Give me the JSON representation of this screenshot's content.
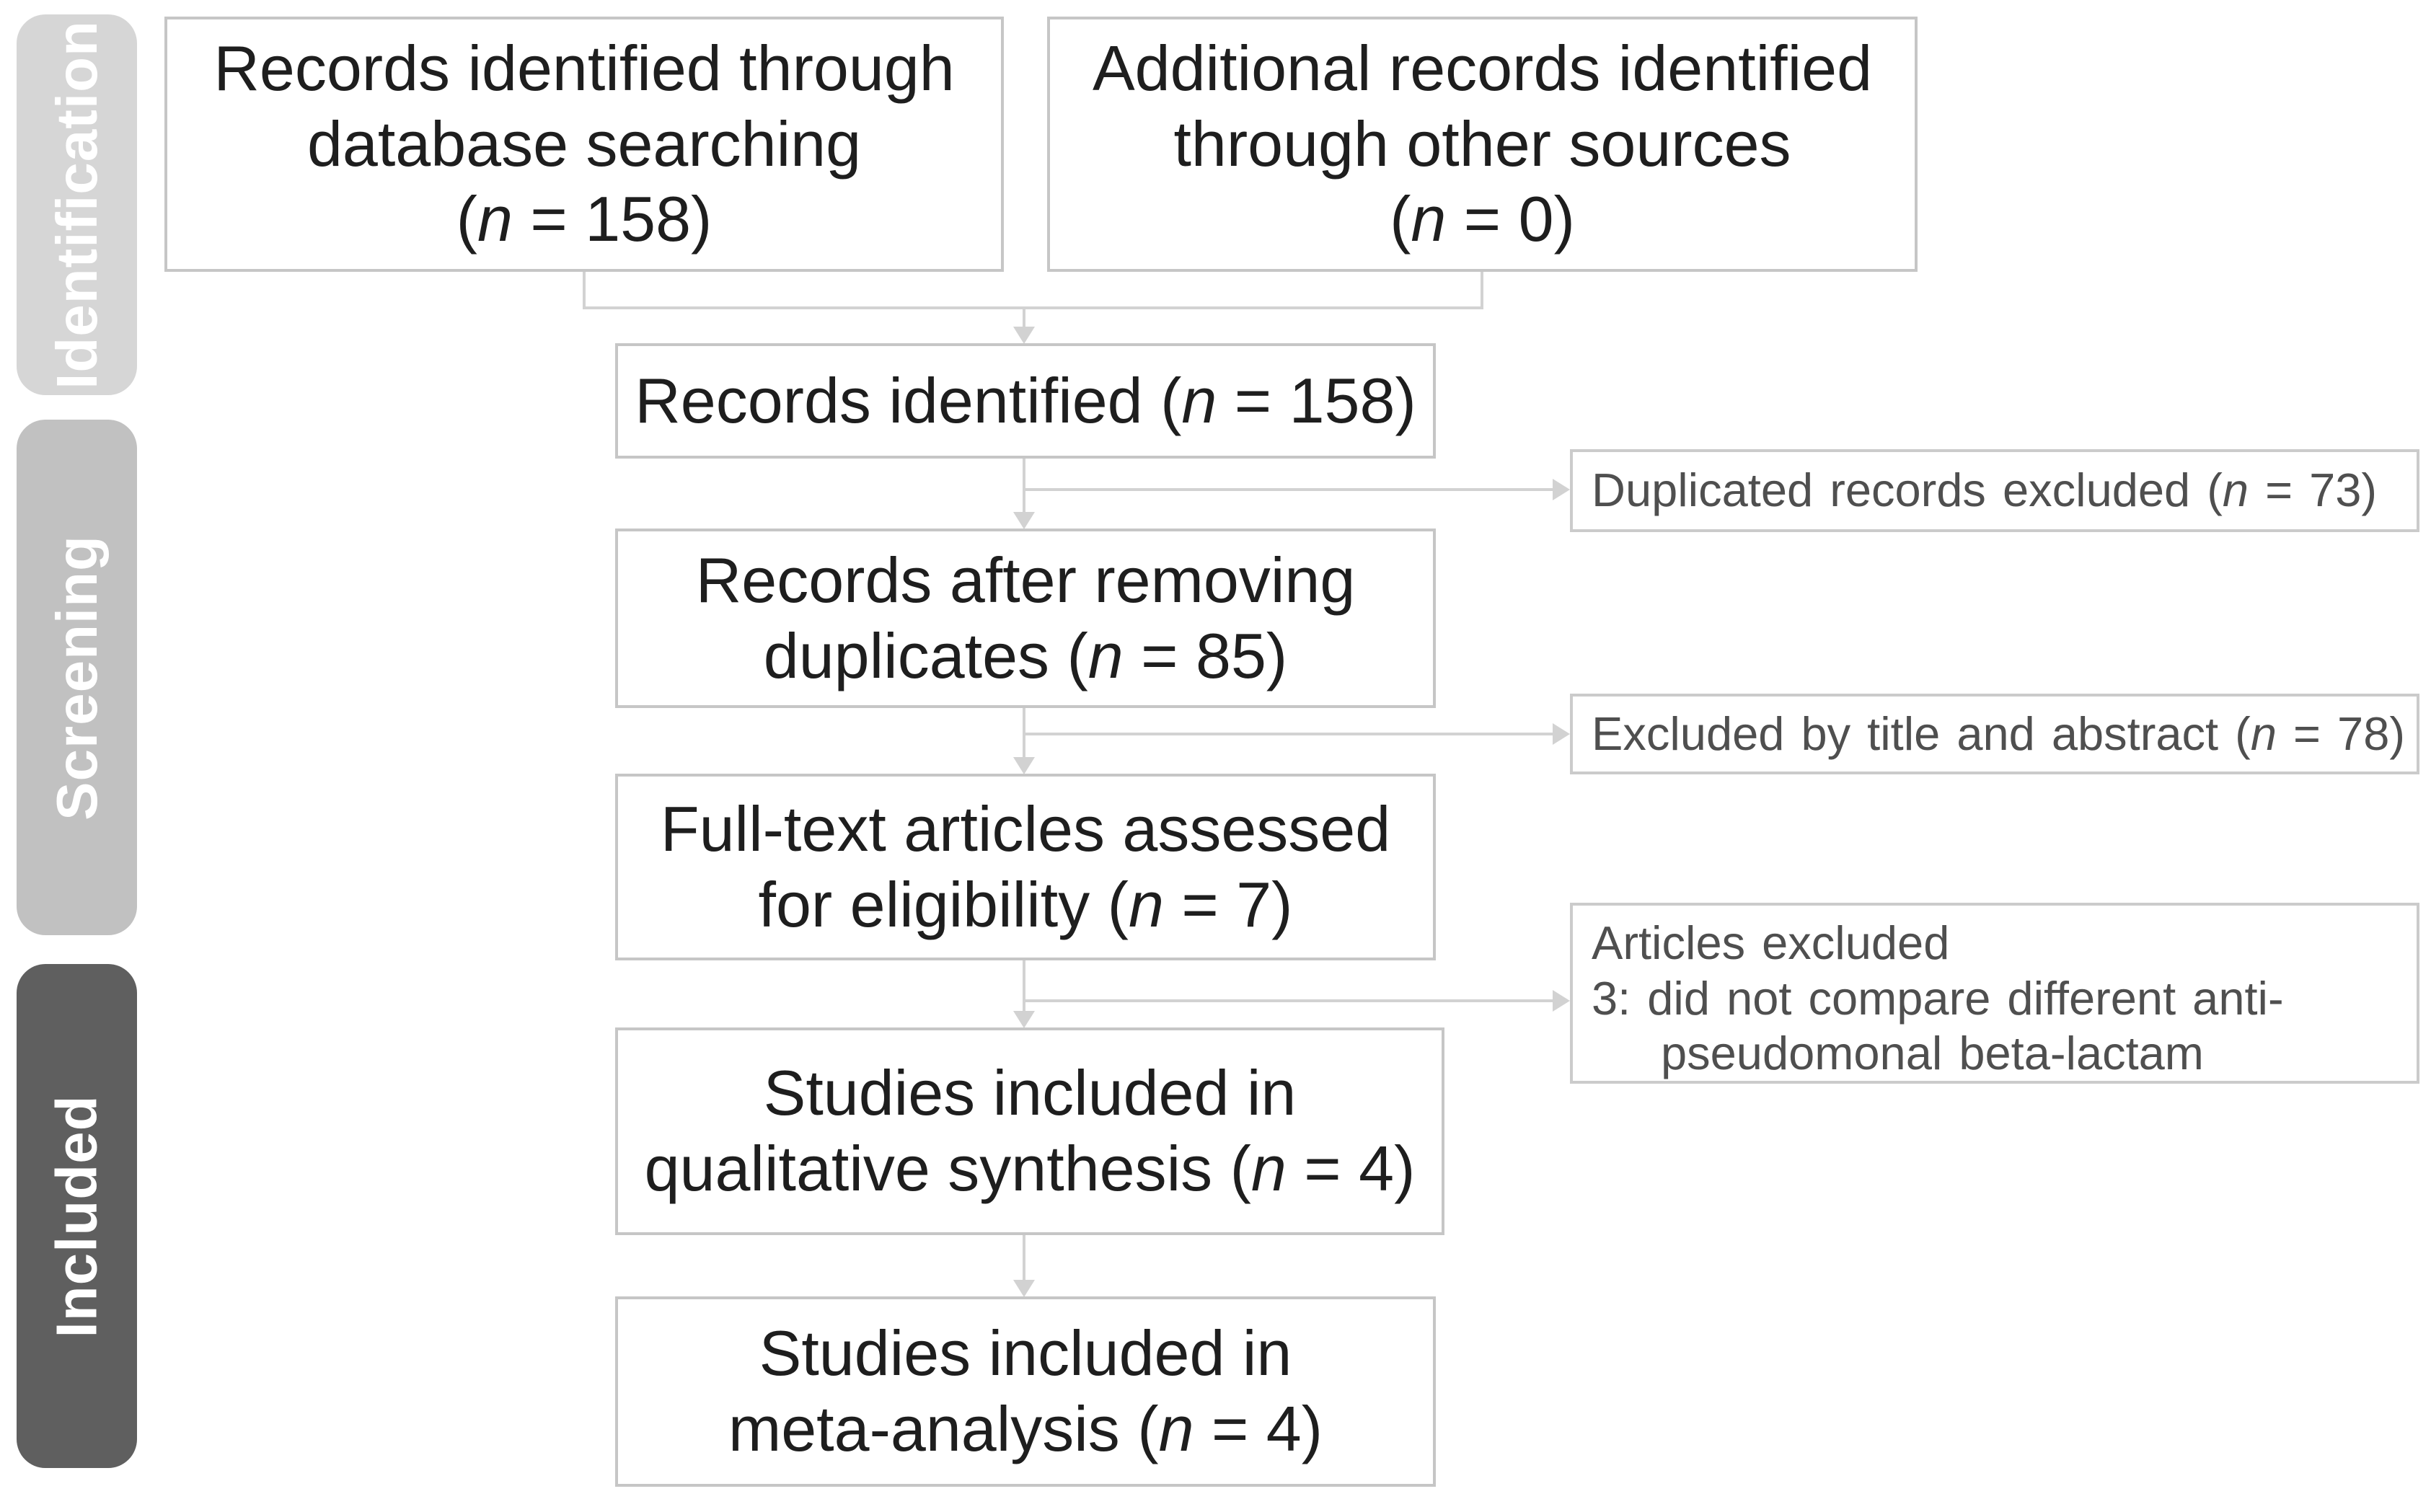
{
  "sidebar": {
    "stages": [
      {
        "id": "identification",
        "label": "Identification",
        "color": "#d6d6d6"
      },
      {
        "id": "screening",
        "label": "Screening",
        "color": "#c1c1c1"
      },
      {
        "id": "included",
        "label": "Included",
        "color": "#5f5f5f"
      }
    ]
  },
  "boxes": {
    "database": {
      "line1": "Records identified through",
      "line2": "database searching",
      "n_open": "(",
      "n_var": "n",
      "n_rest": " = 158)"
    },
    "other_sources": {
      "line1": "Additional records identified",
      "line2": "through other sources",
      "n_open": "(",
      "n_var": "n",
      "n_rest": " = 0)"
    },
    "identified": {
      "pre": "Records identified (",
      "n_var": "n",
      "n_rest": " = 158)"
    },
    "after_duplicates": {
      "line1": "Records after removing",
      "line2_pre": "duplicates (",
      "n_var": "n",
      "n_rest": " = 85)"
    },
    "fulltext": {
      "line1": "Full-text articles assessed",
      "line2_pre": "for eligibility (",
      "n_var": "n",
      "n_rest": " = 7)"
    },
    "qualitative": {
      "line1": "Studies included in",
      "line2_pre": "qualitative synthesis (",
      "n_var": "n",
      "n_rest": " = 4)"
    },
    "meta_analysis": {
      "line1": "Studies included in",
      "line2_pre": "meta-analysis (",
      "n_var": "n",
      "n_rest": " = 4)"
    }
  },
  "exclusion_boxes": {
    "duplicated": {
      "pre": "Duplicated records excluded (",
      "n_var": "n",
      "n_rest": " = 73)"
    },
    "title_abstract": {
      "pre": "Excluded by title and abstract (",
      "n_var": "n",
      "n_rest": " = 78)"
    },
    "articles": {
      "line1": "Articles excluded",
      "line2": "3: did not compare different anti-",
      "line3": "pseudomonal beta-lactam"
    }
  },
  "colors": {
    "connector_line": "#d2d2d2",
    "box_border": "#c6c6c6",
    "exclusion_text": "#4f4f4f"
  }
}
